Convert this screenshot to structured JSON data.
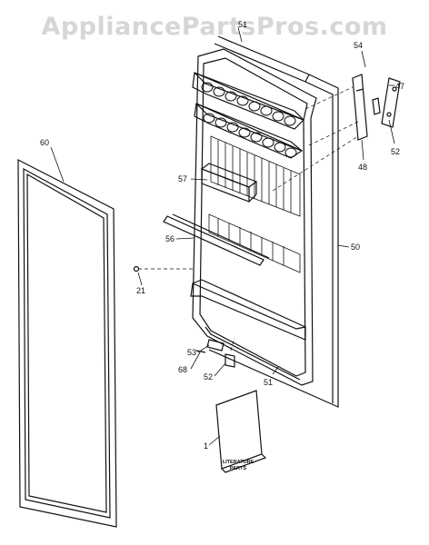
{
  "watermark": "AppliancePartsPros.com",
  "callouts": [
    {
      "id": "60",
      "label": "60"
    },
    {
      "id": "51a",
      "label": "51"
    },
    {
      "id": "54",
      "label": "54"
    },
    {
      "id": "47",
      "label": "47"
    },
    {
      "id": "52a",
      "label": "52"
    },
    {
      "id": "48",
      "label": "48"
    },
    {
      "id": "57",
      "label": "57"
    },
    {
      "id": "56",
      "label": "56"
    },
    {
      "id": "50",
      "label": "50"
    },
    {
      "id": "21",
      "label": "21"
    },
    {
      "id": "53",
      "label": "53"
    },
    {
      "id": "68",
      "label": "68"
    },
    {
      "id": "52b",
      "label": "52"
    },
    {
      "id": "51b",
      "label": "51"
    },
    {
      "id": "1",
      "label": "1"
    }
  ],
  "literature": {
    "line1": "LITERATURE",
    "line2": "PARTS"
  }
}
